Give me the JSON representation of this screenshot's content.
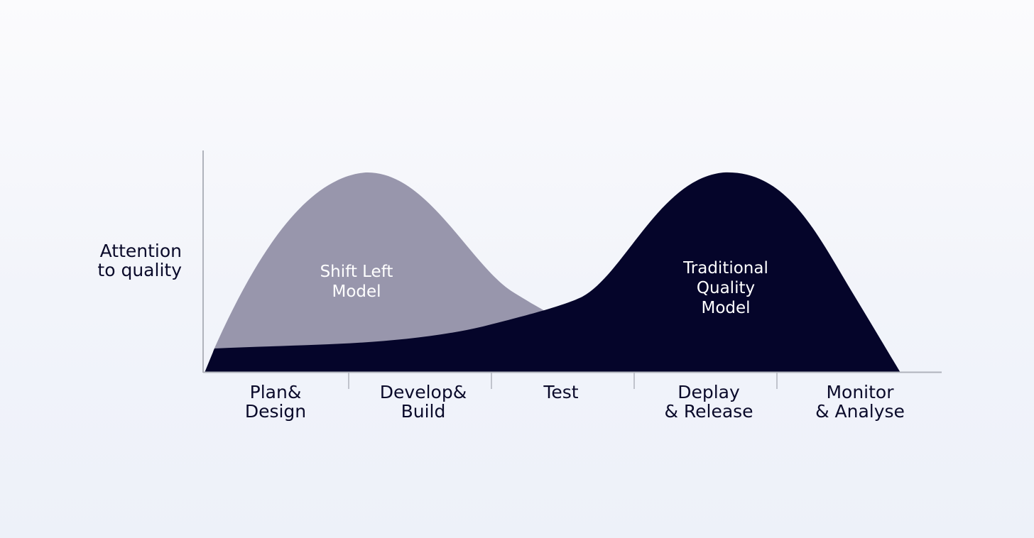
{
  "y_axis_label": [
    "Attention",
    "to quality"
  ],
  "stages": [
    [
      "Plan&",
      "Design"
    ],
    [
      "Develop&",
      "Build"
    ],
    [
      "Test"
    ],
    [
      "Deplay",
      "& Release"
    ],
    [
      "Monitor",
      "& Analyse"
    ]
  ],
  "curves": {
    "shift_left": {
      "label": [
        "Shift Left",
        "Model"
      ],
      "color": "#9896ac"
    },
    "traditional": {
      "label": [
        "Traditional",
        "Quality",
        "Model"
      ],
      "color": "#05052a"
    }
  },
  "colors": {
    "axis": "#b0b3bc",
    "text": "#0a0a2a"
  }
}
